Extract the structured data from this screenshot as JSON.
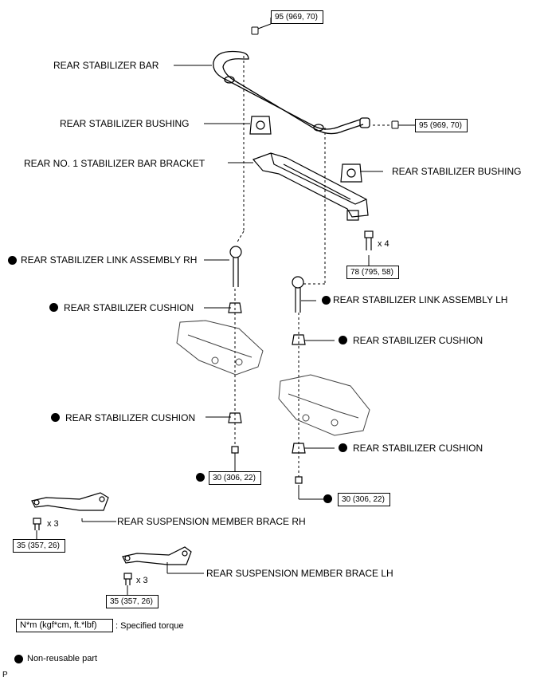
{
  "labels": {
    "stab_bar": "REAR STABILIZER BAR",
    "bushing_left": "REAR STABILIZER BUSHING",
    "bracket": "REAR NO. 1 STABILIZER BAR BRACKET",
    "bushing_right": "REAR STABILIZER BUSHING",
    "link_rh": "REAR STABILIZER LINK ASSEMBLY RH",
    "link_lh": "REAR STABILIZER LINK ASSEMBLY LH",
    "cushion_rh_upper": "REAR STABILIZER CUSHION",
    "cushion_lh_upper": "REAR STABILIZER CUSHION",
    "cushion_rh_lower": "REAR STABILIZER CUSHION",
    "cushion_lh_lower": "REAR STABILIZER CUSHION",
    "brace_rh": "REAR SUSPENSION MEMBER BRACE RH",
    "brace_lh": "REAR SUSPENSION MEMBER BRACE LH"
  },
  "torques": {
    "top": "95 (969, 70)",
    "right": "95 (969, 70)",
    "bracket_bolt": "78 (795, 58)",
    "nut_rh": "30 (306, 22)",
    "nut_lh": "30 (306, 22)",
    "brace_rh_bolt": "35 (357, 26)",
    "brace_lh_bolt": "35 (357, 26)"
  },
  "multipliers": {
    "bracket_bolt": "x 4",
    "brace_rh_bolt": "x 3",
    "brace_lh_bolt": "x 3"
  },
  "legend": {
    "torque_box": "N*m (kgf*cm, ft.*lbf)",
    "torque_text": ": Specified torque",
    "nonreusable_text": "Non-reusable part"
  },
  "corner_mark": "P"
}
